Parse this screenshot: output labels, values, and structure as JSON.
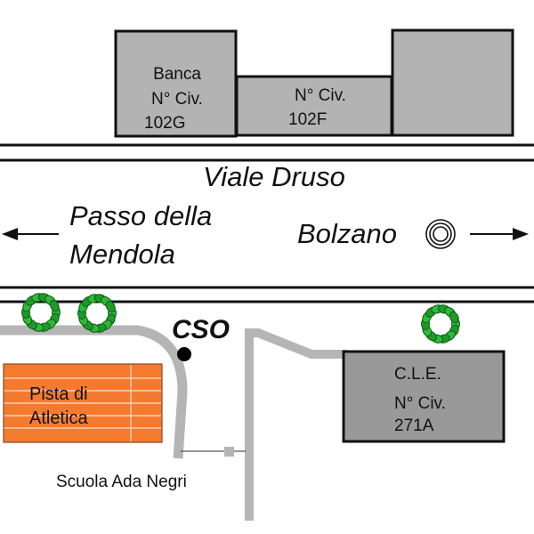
{
  "colors": {
    "building_fill": "#b3b3b3",
    "building_fill_dark": "#999999",
    "outline": "#111111",
    "path_gray": "#b5b5b5",
    "track_orange": "#f47a30",
    "track_lines": "#fbd0b0",
    "tree_green": "#1f9a2a",
    "tree_dark": "#0b5e12"
  },
  "buildings": [
    {
      "id": "banca",
      "lines": [
        "Banca",
        "N° Civ.",
        "102G"
      ]
    },
    {
      "id": "civ-102f",
      "lines": [
        "N° Civ.",
        "102F"
      ]
    },
    {
      "id": "unlabeled",
      "lines": []
    },
    {
      "id": "cle",
      "lines": [
        "C.L.E.",
        "N° Civ.",
        "271A"
      ]
    }
  ],
  "street": {
    "name": "Viale Druso",
    "left_direction": [
      "Passo della",
      "Mendola"
    ],
    "right_direction": "Bolzano",
    "right_direction_icon": "concentric-circles-icon"
  },
  "track": {
    "lines": [
      "Pista di",
      "Atletica"
    ]
  },
  "poi": {
    "label": "CSO",
    "marker": "dot-icon"
  },
  "school": {
    "label": "Scuola Ada Negri"
  },
  "trees": [
    "tree-icon",
    "tree-icon",
    "tree-icon"
  ]
}
